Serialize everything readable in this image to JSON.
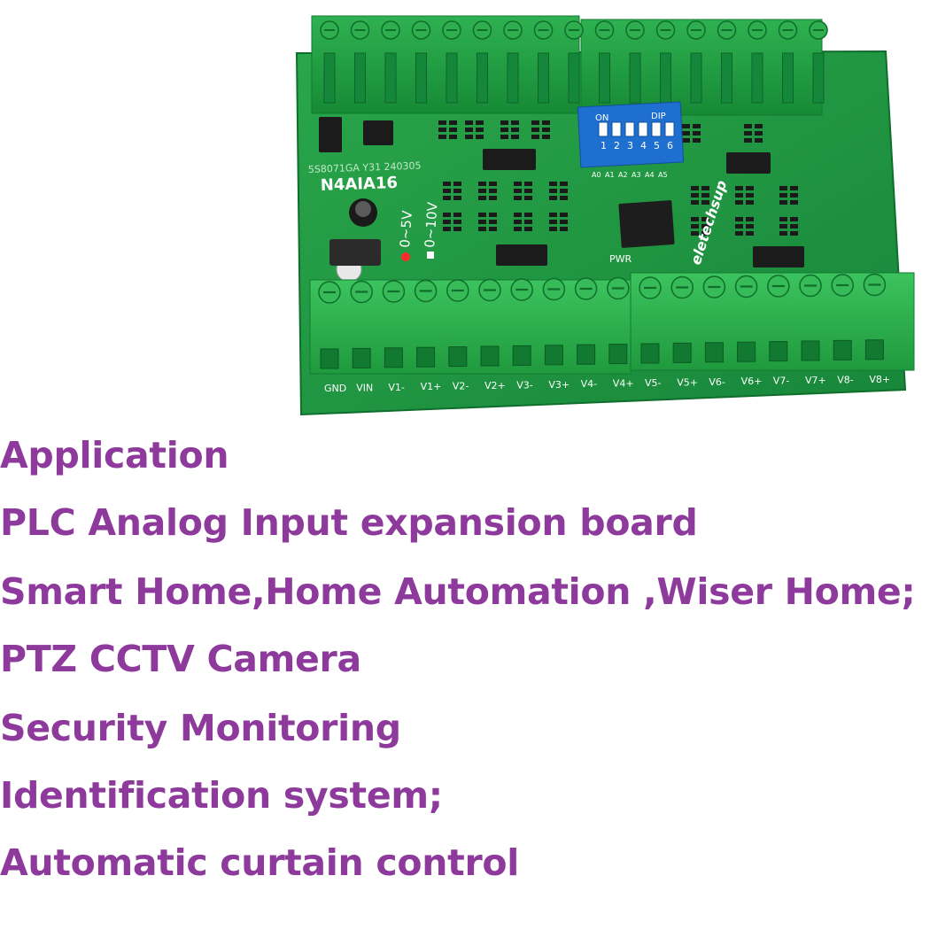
{
  "board": {
    "model": "N4AIA16",
    "serial": "5S8071GA Y31 240305",
    "brand": "eletechsup",
    "range_a": "0~5V",
    "range_b": "0~10V",
    "dip_on": "ON",
    "dip_label": "DIP",
    "dip_numbers": [
      "1",
      "2",
      "3",
      "4",
      "5",
      "6"
    ],
    "address_labels": [
      "A0",
      "A1",
      "A2",
      "A3",
      "A4",
      "A5"
    ],
    "pwr": "PWR",
    "terminal_labels": [
      "GND",
      "VIN",
      "V1-",
      "V1+",
      "V2-",
      "V2+",
      "V3-",
      "V3+",
      "V4-",
      "V4+",
      "V5-",
      "V5+",
      "V6-",
      "V6+",
      "V7-",
      "V7+",
      "V8-",
      "V8+"
    ]
  },
  "text": {
    "heading": "Application",
    "line1": "PLC Analog Input expansion board",
    "line2": "Smart Home,Home Automation ,Wiser Home;",
    "line3": "PTZ CCTV Camera",
    "line4": "Security Monitoring",
    "line5": "Identification system;",
    "line6": "Automatic curtain control"
  },
  "colors": {
    "text": "#8e3a9c",
    "pcb": "#1f9a3e",
    "terminal": "#28b04a",
    "dip": "#1f6fd1"
  }
}
